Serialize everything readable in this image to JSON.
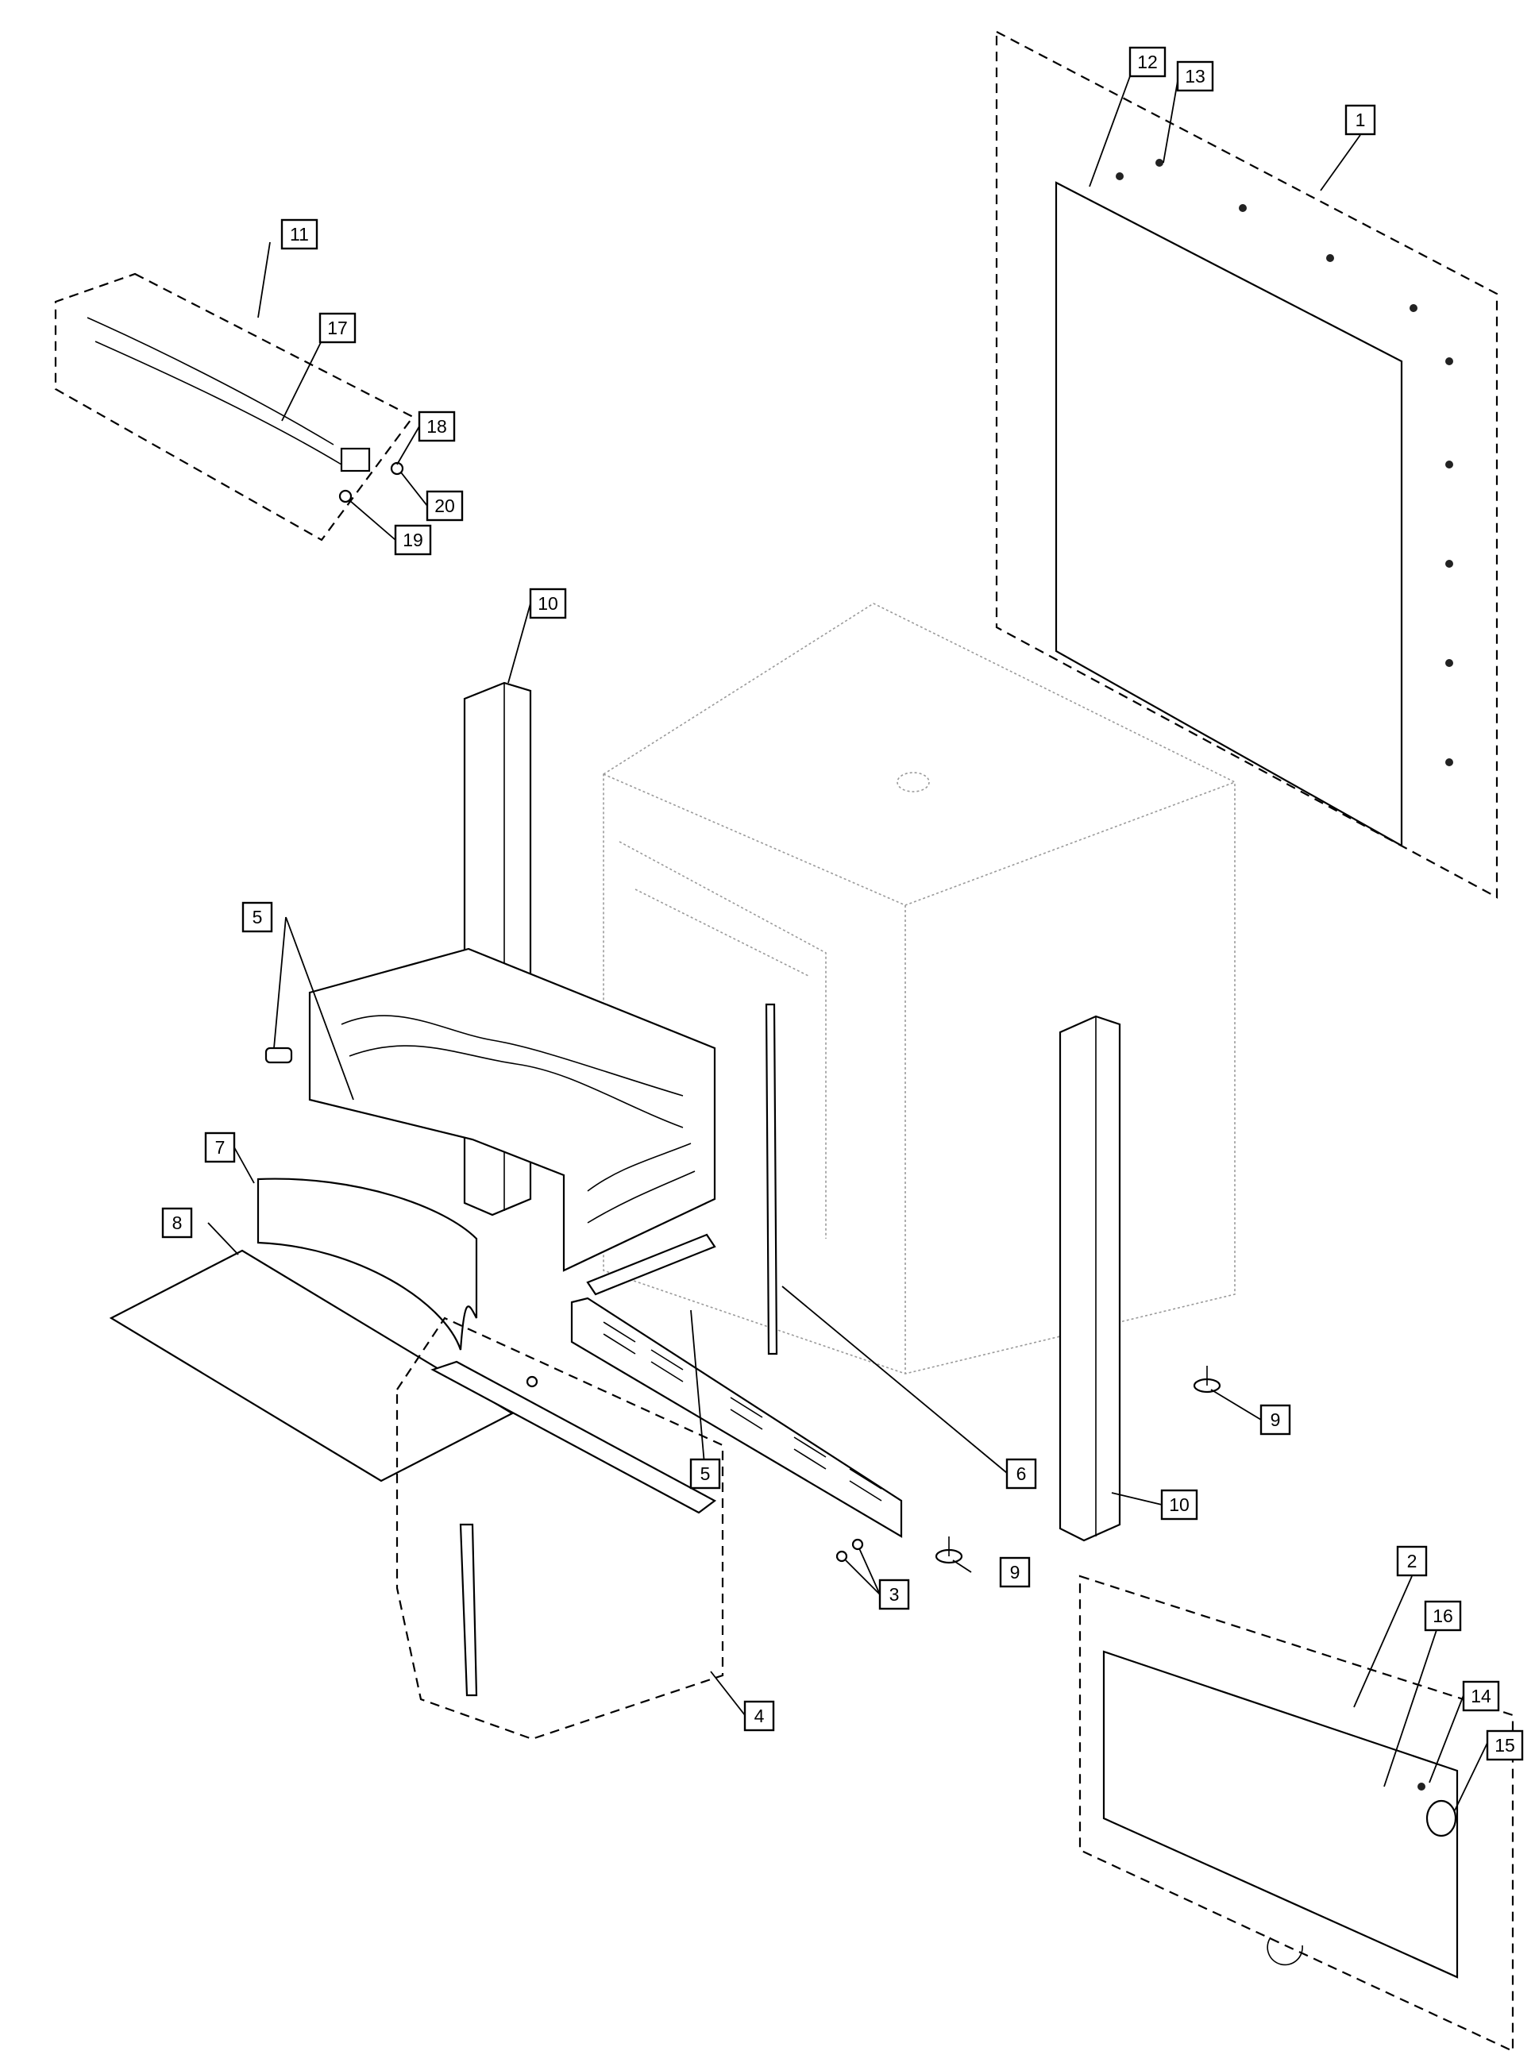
{
  "diagram": {
    "callouts": [
      {
        "id": "1",
        "label": "1"
      },
      {
        "id": "2",
        "label": "2"
      },
      {
        "id": "3",
        "label": "3"
      },
      {
        "id": "4",
        "label": "4"
      },
      {
        "id": "5a",
        "label": "5"
      },
      {
        "id": "5b",
        "label": "5"
      },
      {
        "id": "6",
        "label": "6"
      },
      {
        "id": "7",
        "label": "7"
      },
      {
        "id": "8",
        "label": "8"
      },
      {
        "id": "9a",
        "label": "9"
      },
      {
        "id": "9b",
        "label": "9"
      },
      {
        "id": "10a",
        "label": "10"
      },
      {
        "id": "10b",
        "label": "10"
      },
      {
        "id": "11",
        "label": "11"
      },
      {
        "id": "12",
        "label": "12"
      },
      {
        "id": "13",
        "label": "13"
      },
      {
        "id": "14",
        "label": "14"
      },
      {
        "id": "15",
        "label": "15"
      },
      {
        "id": "16",
        "label": "16"
      },
      {
        "id": "17",
        "label": "17"
      },
      {
        "id": "18",
        "label": "18"
      },
      {
        "id": "19",
        "label": "19"
      },
      {
        "id": "20",
        "label": "20"
      }
    ]
  }
}
